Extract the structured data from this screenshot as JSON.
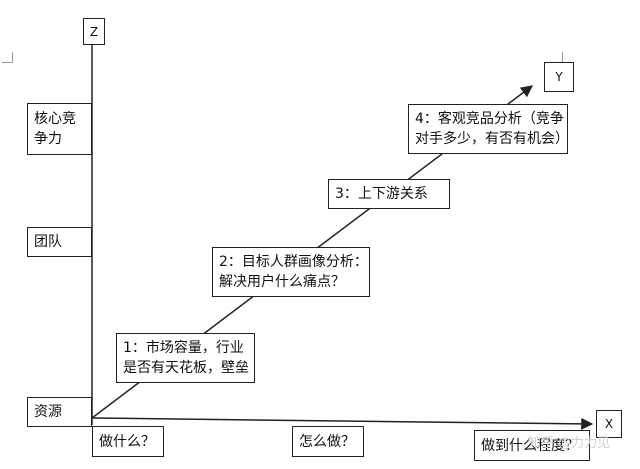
{
  "axes": {
    "z_label": "Z",
    "y_label": "Y",
    "x_label": "X"
  },
  "z_axis_items": {
    "core": "核心竞\n争力",
    "team": "团队",
    "resource": "资源"
  },
  "x_axis_items": {
    "what": "做什么？",
    "how": "怎么做？",
    "degree": "做到什么程度？"
  },
  "steps": {
    "step1": "1：市场容量，行业\n是否有天花板，壁垒",
    "step2": "2：目标人群画像分析：\n解决用户什么痛点？",
    "step3": "3：上下游关系",
    "step4": "4：客观竞品分析（竞争\n对手多少，有否有机会）"
  },
  "watermark": "知乎 @力力见",
  "colors": {
    "line": "#222222",
    "box_border": "#222222",
    "watermark": "#d0d0d0"
  }
}
